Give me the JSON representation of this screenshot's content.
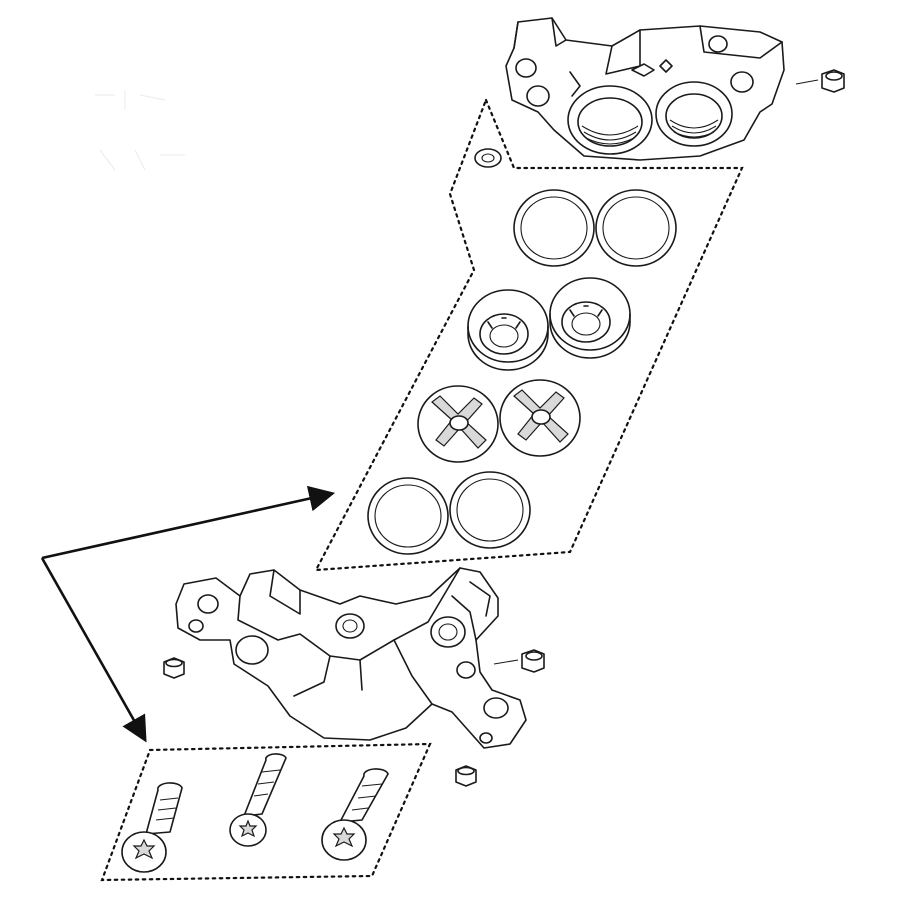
{
  "diagram": {
    "type": "exploded-parts-diagram",
    "colors": {
      "line": "#1a1a1a",
      "background": "#ffffff",
      "shade": "#d9d9d9"
    },
    "groups": [
      {
        "id": "caliper-outboard-half",
        "icon": "caliper-half-icon"
      },
      {
        "id": "seal-kit-group",
        "icon": "dotted-outline"
      },
      {
        "id": "caliper-inboard-half",
        "icon": "caliper-half-icon"
      },
      {
        "id": "mounting-bolt-group",
        "icon": "dotted-outline"
      }
    ],
    "parts": [
      "bleed-screw",
      "o-ring",
      "piston-seal",
      "piston-seal",
      "piston",
      "piston",
      "piston",
      "piston",
      "piston-seal",
      "piston-seal",
      "bleed-screw",
      "bleed-screw",
      "bleed-screw",
      "mounting-bolt",
      "mounting-bolt",
      "mounting-bolt"
    ]
  }
}
